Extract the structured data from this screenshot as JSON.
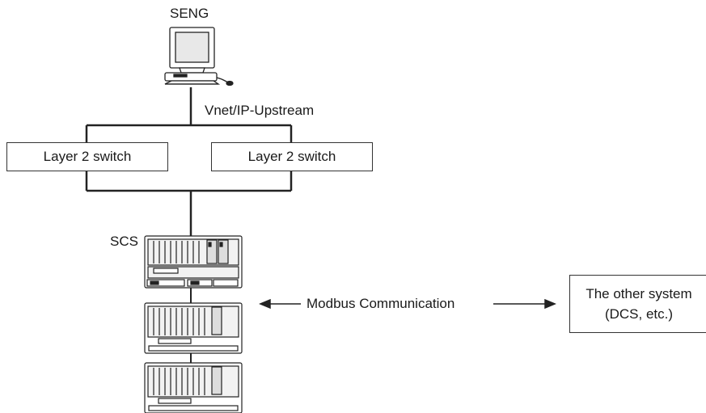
{
  "diagram": {
    "seng_label": "SENG",
    "network_label": "Vnet/IP-Upstream",
    "switch_left_label": "Layer 2 switch",
    "switch_right_label": "Layer 2 switch",
    "scs_label": "SCS",
    "modbus_label": "Modbus Communication",
    "other_system_line1": "The other system",
    "other_system_line2": "(DCS, etc.)"
  }
}
